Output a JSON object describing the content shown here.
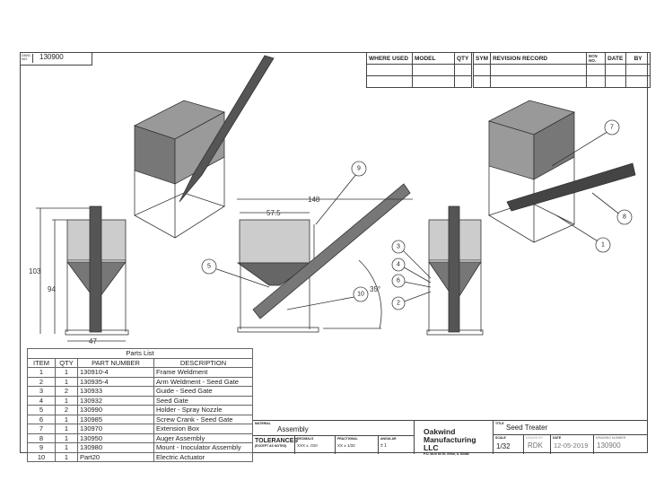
{
  "drawing_number": {
    "label": "DWG. NO.",
    "value": "130900"
  },
  "revision_block": {
    "headers": [
      "WHERE USED",
      "MODEL",
      "QTY",
      "SYM",
      "REVISION RECORD",
      "ECN NO.",
      "DATE",
      "BY"
    ]
  },
  "views": {
    "dimensions": {
      "overall_length": "148",
      "hopper_width": "57.5",
      "angle": "35°",
      "height_total": "103",
      "height_hopper": "94",
      "width": "47"
    },
    "balloons": [
      "1",
      "2",
      "3",
      "4",
      "5",
      "6",
      "7",
      "8",
      "9",
      "10"
    ]
  },
  "parts_list": {
    "title": "Parts List",
    "headers": [
      "ITEM",
      "QTY",
      "PART NUMBER",
      "DESCRIPTION"
    ],
    "rows": [
      [
        "1",
        "1",
        "130910-4",
        "Frame Weldment"
      ],
      [
        "2",
        "1",
        "130935-4",
        "Arm Weldment - Seed Gate"
      ],
      [
        "3",
        "2",
        "130933",
        "Guide - Seed Gate"
      ],
      [
        "4",
        "1",
        "130932",
        "Seed Gate"
      ],
      [
        "5",
        "2",
        "130990",
        "Holder - Spray Nozzle"
      ],
      [
        "6",
        "1",
        "130985",
        "Screw Crank - Seed Gate"
      ],
      [
        "7",
        "1",
        "130970",
        "Extension Box"
      ],
      [
        "8",
        "1",
        "130950",
        "Auger Assembly"
      ],
      [
        "9",
        "1",
        "130980",
        "Mount - Inoculator Assembly"
      ],
      [
        "10",
        "1",
        "Part20",
        "Electric Actuator"
      ]
    ]
  },
  "title_block": {
    "material_label": "MATERIAL",
    "material": "Assembly",
    "tolerances": "TOLERANCES",
    "except": "(EXCEPT AS NOTED)",
    "decimals_label": "DECIMALS",
    "decimals": "XXX ± .010",
    "fractional_label": "FRACTIONAL",
    "fractional": "XX ± 1/32",
    "angular_label": "ANGULAR",
    "angular": "± 1",
    "company": "Oakwind Manufacturing LLC",
    "address": "P.O. BOX 60 EL Elmo, IL 60468",
    "title_label": "TITLE",
    "title": "Seed Treater",
    "scale_label": "SCALE",
    "scale": "1/32",
    "drawn_by_label": "DRAWN BY",
    "drawn_by": "RDK",
    "date_label": "DATE",
    "date": "12-05-2019",
    "drawing_number_label": "DRAWING NUMBER",
    "drawing_number": "130900"
  }
}
